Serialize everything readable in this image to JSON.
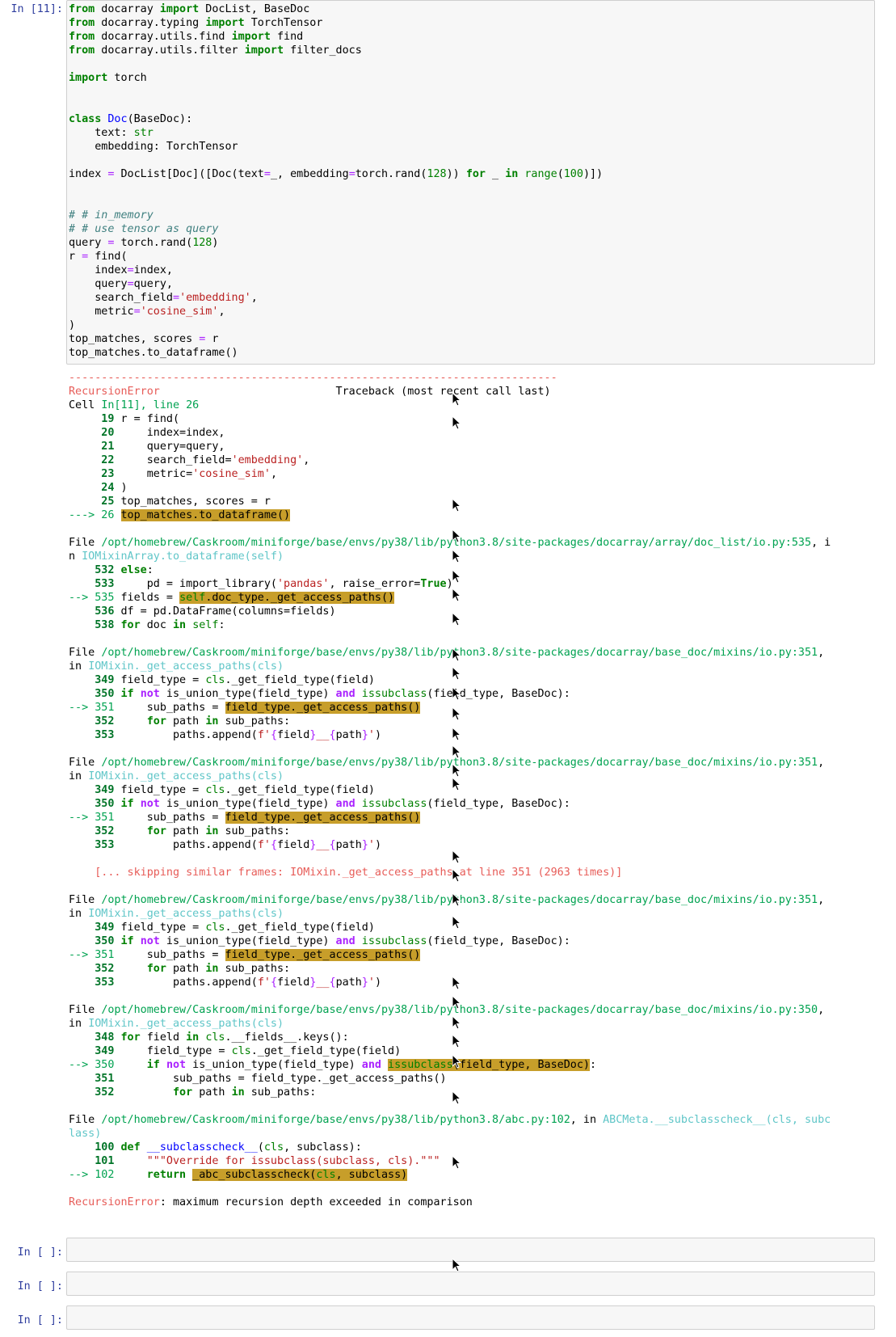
{
  "cells": [
    {
      "prompt": "In [11]:"
    },
    {
      "prompt": "In [ ]:"
    },
    {
      "prompt": "In [ ]:"
    },
    {
      "prompt": "In [ ]:"
    }
  ],
  "code": {
    "imp1": "from docarray import DocList, BaseDoc",
    "imp2": "from docarray.typing import TorchTensor",
    "imp3": "from docarray.utils.find import find",
    "imp4": "from docarray.utils.filter import filter_docs",
    "imp5": "import torch",
    "class_line": "class Doc(BaseDoc):",
    "field1": "    text: str",
    "field2": "    embedding: TorchTensor",
    "index_line": "index = DocList[Doc]([Doc(text=_, embedding=torch.rand(128)) for _ in range(100)])",
    "cmt1": "# # in_memory",
    "cmt2": "# # use tensor as query",
    "query_line": "query = torch.rand(128)",
    "find_open": "r = find(",
    "arg1": "    index=index,",
    "arg2": "    query=query,",
    "arg3": "    search_field='embedding',",
    "arg4": "    metric='cosine_sim',",
    "close": ")",
    "unpack": "top_matches, scores = r",
    "last": "top_matches.to_dataframe()"
  },
  "traceback": {
    "dashes": "---------------------------------------------------------------------------",
    "error_name": "RecursionError",
    "header_right": "Traceback (most recent call last)",
    "cell_ref": "Cell In[11], line 26",
    "frame1": [
      {
        "n": "19",
        "code": "r = find("
      },
      {
        "n": "20",
        "code": "    index=index,"
      },
      {
        "n": "21",
        "code": "    query=query,"
      },
      {
        "n": "22",
        "code": "    search_field='embedding',"
      },
      {
        "n": "23",
        "code": "    metric='cosine_sim',"
      },
      {
        "n": "24",
        "code": ")"
      },
      {
        "n": "25",
        "code": "top_matches, scores = r"
      },
      {
        "n": "26",
        "code": "top_matches.to_dataframe()"
      }
    ],
    "file2_path": "/opt/homebrew/Caskroom/miniforge/base/envs/py38/lib/python3.8/site-packages/docarray/array/doc_list/io.py:535",
    "file2_wrap": "n",
    "file2_func": "IOMixinArray.to_dataframe(self)",
    "file3_path": "/opt/homebrew/Caskroom/miniforge/base/envs/py38/lib/python3.8/site-packages/docarray/base_doc/mixins/io.py:351",
    "file3_func": "IOMixin._get_access_paths(cls)",
    "file6_path": "/opt/homebrew/Caskroom/miniforge/base/envs/py38/lib/python3.8/site-packages/docarray/base_doc/mixins/io.py:350",
    "skipping": "    [... skipping similar frames: IOMixin._get_access_paths at line 351 (2963 times)]",
    "file7_path": "/opt/homebrew/Caskroom/miniforge/base/envs/py38/lib/python3.8/abc.py:102",
    "file7_func": "ABCMeta.__subclasscheck__(cls, subc",
    "file7_func2": "lass)",
    "final_error": "RecursionError",
    "final_msg": ": maximum recursion depth exceeded in comparison"
  }
}
